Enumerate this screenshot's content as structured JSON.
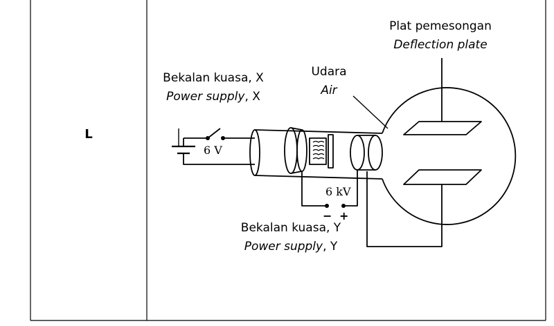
{
  "row": {
    "label": "L"
  },
  "diagram": {
    "deflection_plate": {
      "ms": "Plat pemesongan",
      "en": "Deflection plate"
    },
    "air": {
      "ms": "Udara",
      "en": "Air"
    },
    "power_supply_x": {
      "ms": "Bekalan kuasa, X",
      "en": "Power supply",
      "suffix": ", X"
    },
    "power_supply_y": {
      "ms": "Bekalan kuasa, Y",
      "en": "Power supply",
      "suffix": ", Y"
    },
    "voltage_x": "6 V",
    "voltage_y": "6 kV",
    "terminal_minus": "−",
    "terminal_plus": "+"
  }
}
